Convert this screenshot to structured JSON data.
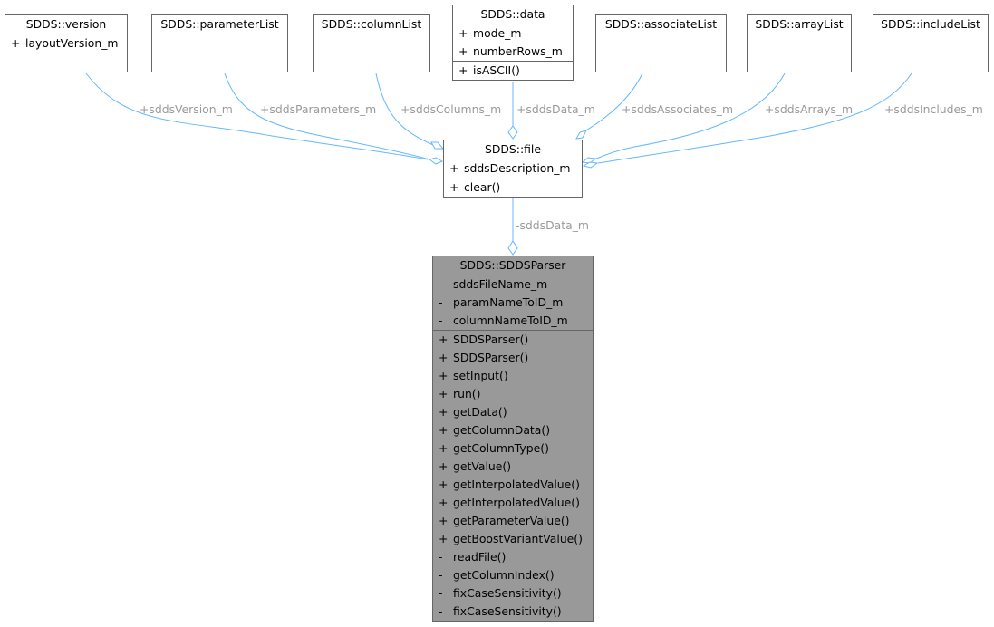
{
  "classes": {
    "version": {
      "name": "SDDS::version",
      "attributes": [
        {
          "vis": "+",
          "name": "layoutVersion_m"
        }
      ],
      "methods": []
    },
    "parameterList": {
      "name": "SDDS::parameterList",
      "attributes": [],
      "methods": []
    },
    "columnList": {
      "name": "SDDS::columnList",
      "attributes": [],
      "methods": []
    },
    "data": {
      "name": "SDDS::data",
      "attributes": [
        {
          "vis": "+",
          "name": "mode_m"
        },
        {
          "vis": "+",
          "name": "numberRows_m"
        }
      ],
      "methods": [
        {
          "vis": "+",
          "name": "isASCII()"
        }
      ]
    },
    "associateList": {
      "name": "SDDS::associateList",
      "attributes": [],
      "methods": []
    },
    "arrayList": {
      "name": "SDDS::arrayList",
      "attributes": [],
      "methods": []
    },
    "includeList": {
      "name": "SDDS::includeList",
      "attributes": [],
      "methods": []
    },
    "file": {
      "name": "SDDS::file",
      "attributes": [
        {
          "vis": "+",
          "name": "sddsDescription_m"
        }
      ],
      "methods": [
        {
          "vis": "+",
          "name": "clear()"
        }
      ]
    },
    "parser": {
      "name": "SDDS::SDDSParser",
      "attributes": [
        {
          "vis": "-",
          "name": "sddsFileName_m"
        },
        {
          "vis": "-",
          "name": "paramNameToID_m"
        },
        {
          "vis": "-",
          "name": "columnNameToID_m"
        }
      ],
      "methods": [
        {
          "vis": "+",
          "name": "SDDSParser()"
        },
        {
          "vis": "+",
          "name": "SDDSParser()"
        },
        {
          "vis": "+",
          "name": "setInput()"
        },
        {
          "vis": "+",
          "name": "run()"
        },
        {
          "vis": "+",
          "name": "getData()"
        },
        {
          "vis": "+",
          "name": "getColumnData()"
        },
        {
          "vis": "+",
          "name": "getColumnType()"
        },
        {
          "vis": "+",
          "name": "getValue()"
        },
        {
          "vis": "+",
          "name": "getInterpolatedValue()"
        },
        {
          "vis": "+",
          "name": "getInterpolatedValue()"
        },
        {
          "vis": "+",
          "name": "getParameterValue()"
        },
        {
          "vis": "+",
          "name": "getBoostVariantValue()"
        },
        {
          "vis": "-",
          "name": "readFile()"
        },
        {
          "vis": "-",
          "name": "getColumnIndex()"
        },
        {
          "vis": "-",
          "name": "fixCaseSensitivity()"
        },
        {
          "vis": "-",
          "name": "fixCaseSensitivity()"
        }
      ]
    }
  },
  "edges": [
    {
      "from": "version",
      "to": "file",
      "label": "+sddsVersion_m"
    },
    {
      "from": "parameterList",
      "to": "file",
      "label": "+sddsParameters_m"
    },
    {
      "from": "columnList",
      "to": "file",
      "label": "+sddsColumns_m"
    },
    {
      "from": "data",
      "to": "file",
      "label": "+sddsData_m"
    },
    {
      "from": "associateList",
      "to": "file",
      "label": "+sddsAssociates_m"
    },
    {
      "from": "arrayList",
      "to": "file",
      "label": "+sddsArrays_m"
    },
    {
      "from": "includeList",
      "to": "file",
      "label": "+sddsIncludes_m"
    },
    {
      "from": "file",
      "to": "parser",
      "label": "-sddsData_m"
    }
  ],
  "colors": {
    "edge": "#63b8ff",
    "label": "#9a9a9a",
    "border": "#666666",
    "highlight": "#999999"
  }
}
